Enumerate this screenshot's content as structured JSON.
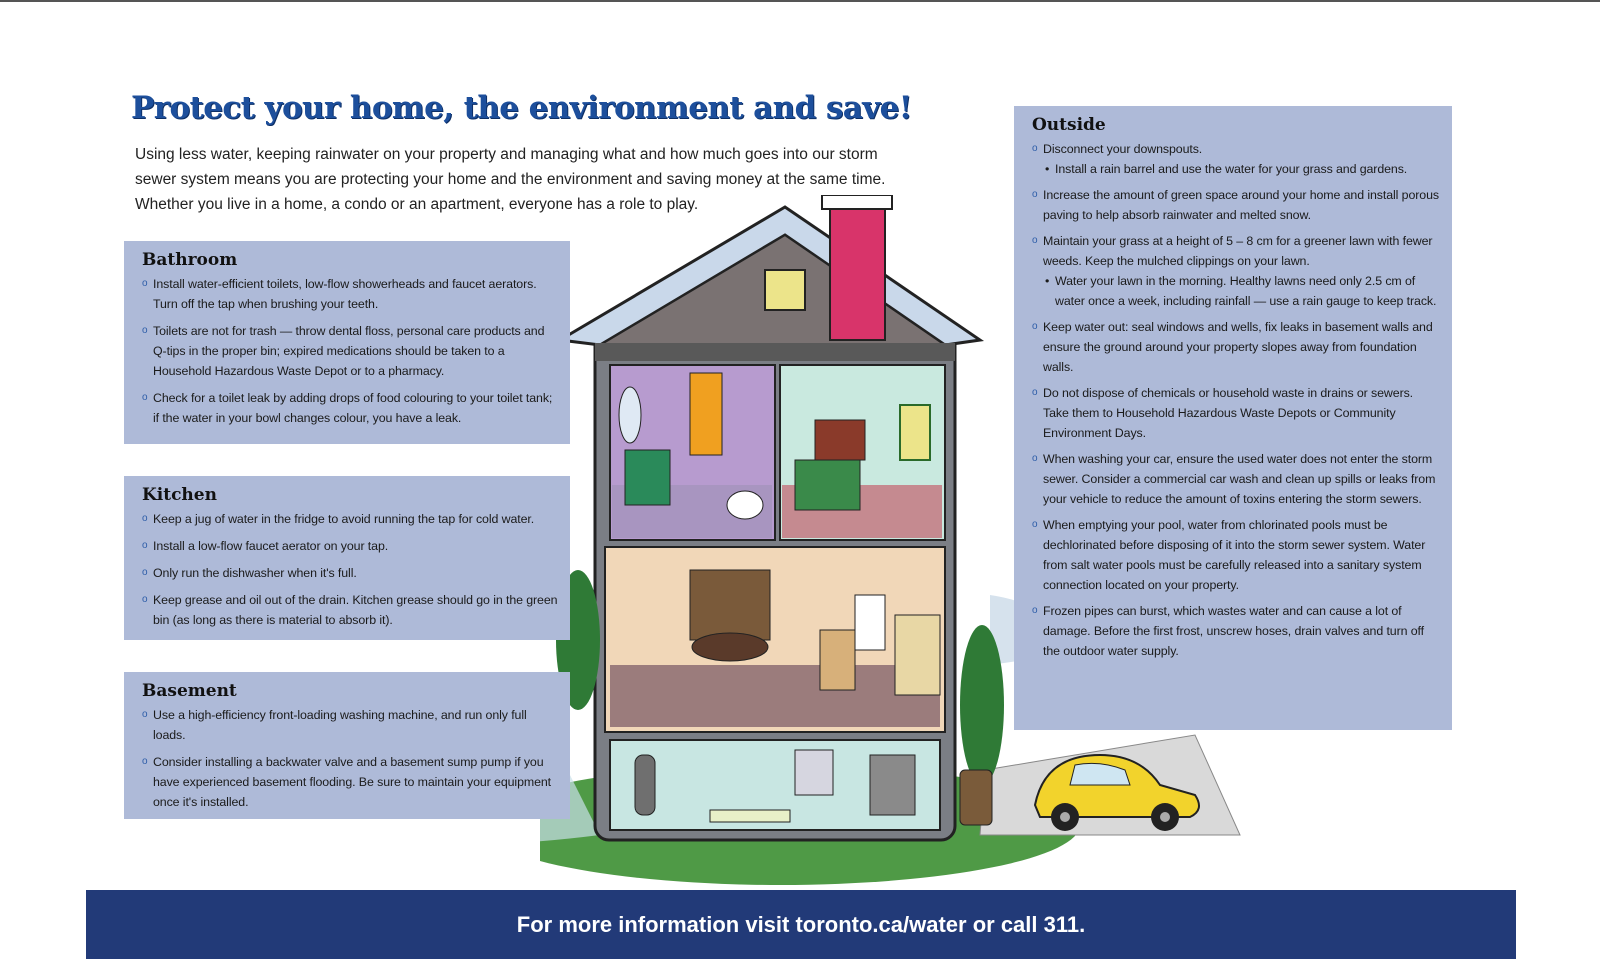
{
  "title": "Protect your home, the environment and save!",
  "intro": "Using less water, keeping rainwater on your property and managing what and how much goes into our storm sewer system means you are protecting your home and the environment and saving money at the same time. Whether you live in a home, a condo or an apartment, everyone has a role to play.",
  "bathroom": {
    "heading": "Bathroom",
    "items": [
      "Install water-efficient toilets, low-flow showerheads and faucet aerators. Turn off the tap when brushing your teeth.",
      "Toilets are not for trash — throw dental floss, personal care products and Q-tips in the proper bin; expired medications should be taken to a Household Hazardous Waste Depot or to a pharmacy.",
      "Check for a toilet leak by adding drops of food colouring to your toilet tank; if the water in your bowl changes colour, you have a leak."
    ]
  },
  "kitchen": {
    "heading": "Kitchen",
    "items": [
      "Keep a jug of water in the fridge to avoid running the tap for cold water.",
      "Install a low-flow faucet aerator on your tap.",
      "Only run the dishwasher when it's full.",
      "Keep grease and oil out of the drain. Kitchen grease should go in the green bin (as long as there is material to absorb it)."
    ]
  },
  "basement": {
    "heading": "Basement",
    "items": [
      "Use a high-efficiency front-loading washing machine, and run only full loads.",
      "Consider installing a backwater valve and a basement sump pump if you have experienced basement flooding. Be sure to maintain your equipment once it's installed."
    ]
  },
  "outside": {
    "heading": "Outside",
    "items": [
      {
        "text": "Disconnect your downspouts.",
        "sub": "Install a rain barrel and use the water for your grass and gardens."
      },
      {
        "text": "Increase the amount of green space around your home and install porous paving to help absorb rainwater and melted snow.",
        "sub": ""
      },
      {
        "text": "Maintain your grass at a height of 5 – 8 cm for a greener lawn with fewer weeds. Keep the mulched clippings on your lawn.",
        "sub": "Water your lawn in the morning. Healthy lawns need only 2.5 cm of water once a week, including rainfall — use a rain gauge to keep track."
      },
      {
        "text": "Keep water out: seal windows and wells, fix leaks in basement walls and ensure the ground around your property slopes away from foundation walls.",
        "sub": ""
      },
      {
        "text": "Do not dispose of chemicals or household waste in drains or sewers. Take them to Household Hazardous Waste Depots or Community Environment Days.",
        "sub": ""
      },
      {
        "text": "When washing your car, ensure the used water does not enter the storm sewer. Consider a commercial car wash and clean up spills or leaks from your vehicle to reduce the amount of toxins entering the storm sewers.",
        "sub": ""
      },
      {
        "text": "When emptying your pool, water from chlorinated pools must be dechlorinated before disposing of it into the storm sewer system. Water from salt water pools must be carefully released into a sanitary system connection located on your property.",
        "sub": ""
      },
      {
        "text": "Frozen pipes can burst, which wastes water and can cause a lot of damage. Before the first frost, unscrew hoses, drain valves and turn off the outdoor water supply.",
        "sub": ""
      }
    ]
  },
  "footer": "For more information visit toronto.ca/water or call 311.",
  "bullet_glyph": "ο",
  "colors": {
    "title": "#1d4f9c",
    "panel": "#aebad8",
    "footer": "#223a78"
  }
}
